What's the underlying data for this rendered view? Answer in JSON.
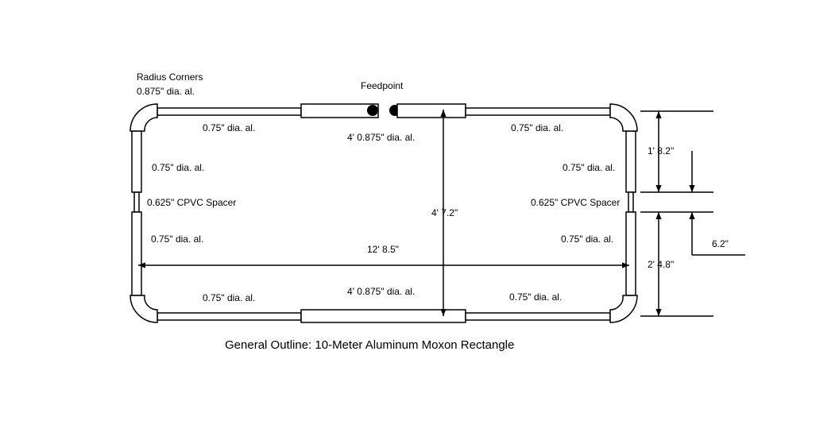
{
  "labels": {
    "radius_corners": "Radius Corners",
    "corner_dia": "0.875\" dia. al.",
    "feedpoint": "Feedpoint",
    "top_left_tube": "0.75\" dia. al.",
    "top_center_tube": "4' 0.875\" dia. al.",
    "top_right_tube": "0.75\" dia. al.",
    "left_upper_tube": "0.75\" dia. al.",
    "right_upper_tube": "0.75\" dia. al.",
    "left_spacer": "0.625\" CPVC Spacer",
    "right_spacer": "0.625\" CPVC Spacer",
    "left_lower_tube": "0.75\" dia. al.",
    "right_lower_tube": "0.75\" dia. al.",
    "bottom_left_tube": "0.75\" dia. al.",
    "bottom_center_tube": "4' 0.875\" dia. al.",
    "bottom_right_tube": "0.75\" dia. al."
  },
  "dimensions": {
    "width": "12' 8.5\"",
    "height": "4' 7.2\"",
    "upper_tail": "1' 8.2\"",
    "gap": "6.2\"",
    "lower_tail": "2' 4.8\""
  },
  "caption": "General Outline:  10-Meter Aluminum Moxon Rectangle"
}
